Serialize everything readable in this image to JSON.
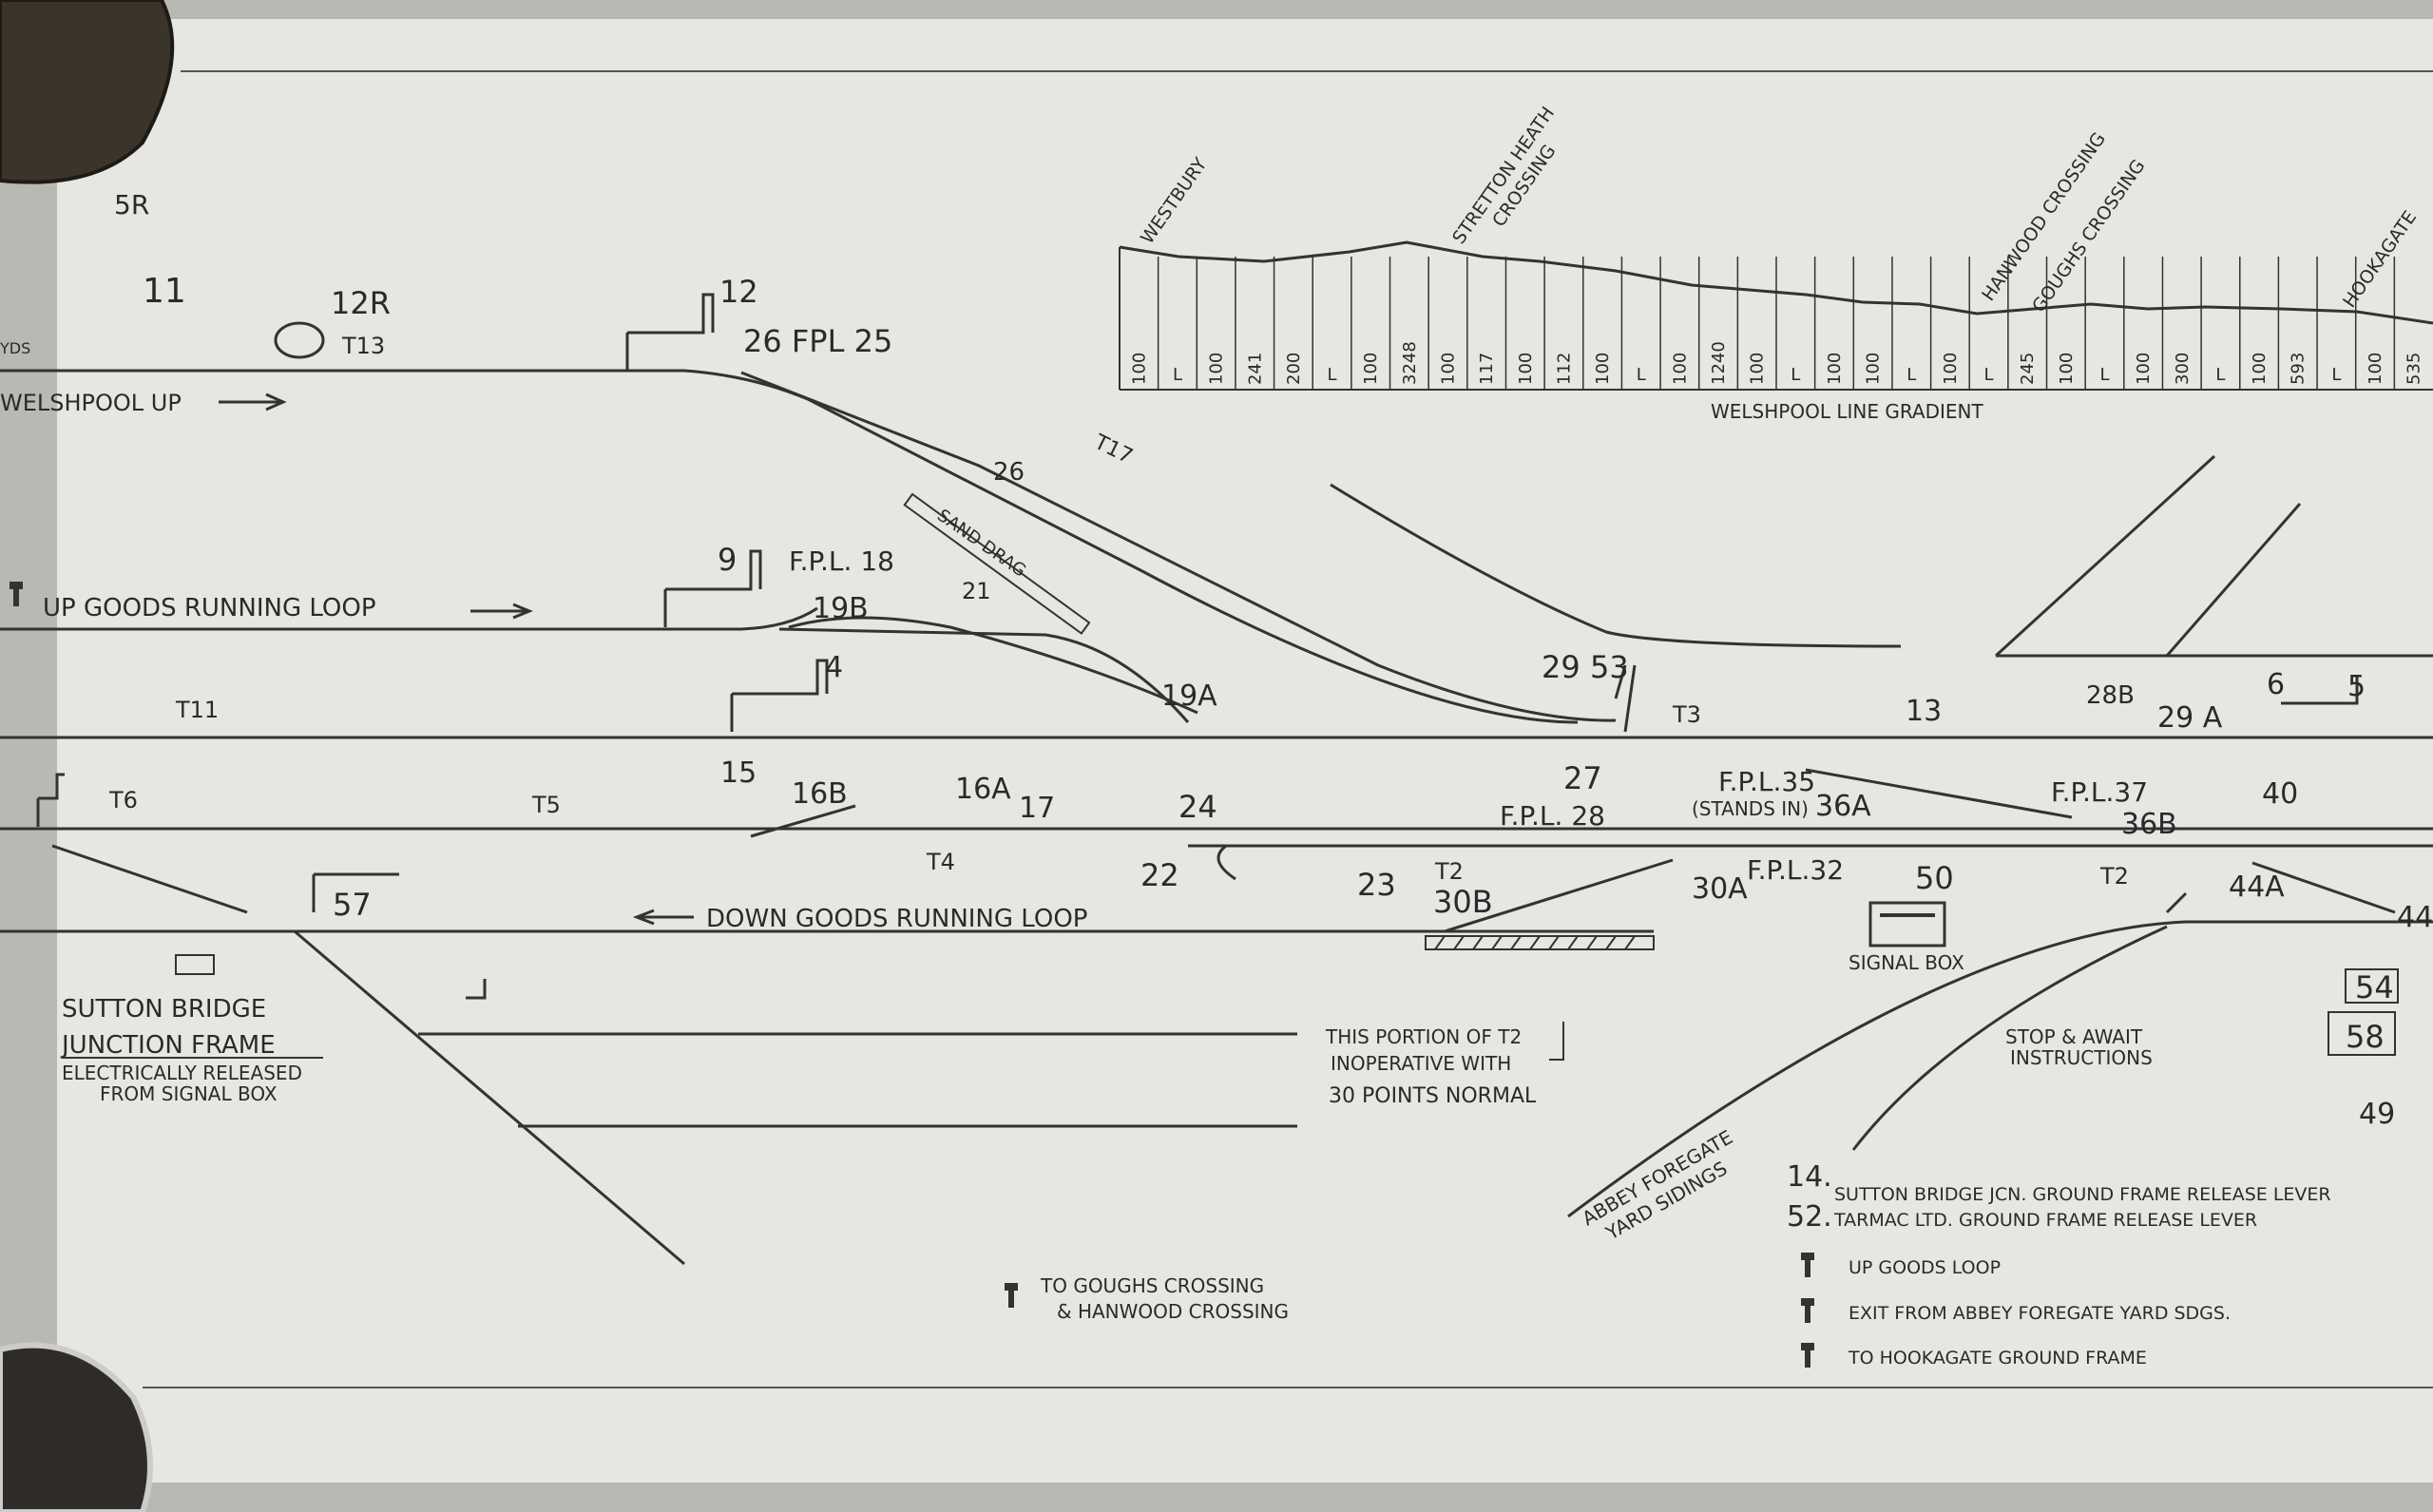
{
  "gradient": {
    "caption": "WELSHPOOL LINE GRADIENT",
    "places": [
      "WESTBURY",
      "STRETTON HEATH",
      "CROSSING",
      "HANWOOD CROSSING",
      "GOUGHS CROSSING",
      "HOOKAGATE"
    ],
    "cells": [
      "100",
      "L",
      "100",
      "241",
      "200",
      "L",
      "100",
      "3248",
      "100",
      "117",
      "100",
      "112",
      "100",
      "L",
      "100",
      "1240",
      "100",
      "L",
      "100",
      "100",
      "L",
      "100",
      "L",
      "245",
      "100",
      "L",
      "100",
      "300",
      "L",
      "100",
      "593",
      "L",
      "100",
      "535"
    ]
  },
  "lines": {
    "welshpool_up": "WELSHPOOL UP",
    "up_goods_loop": "UP GOODS RUNNING LOOP",
    "down_goods_loop": "DOWN GOODS RUNNING LOOP",
    "sand_drag": "SAND DRAG"
  },
  "track_circuits": {
    "t13": "T13",
    "t17": "T17",
    "t11": "T11",
    "t6": "T6",
    "t5": "T5",
    "t4": "T4",
    "t3": "T3",
    "t2a": "T2",
    "t2b": "T2"
  },
  "levers": {
    "l5r": "5R",
    "l11": "11",
    "l12r": "12R",
    "l12": "12",
    "l26fpl25": "26 FPL 25",
    "l26": "26",
    "l21": "21",
    "l9": "9",
    "fpl18": "F.P.L. 18",
    "l19b": "19B",
    "l4": "4",
    "l19a": "19A",
    "l29": "29",
    "l53": "53",
    "l13": "13",
    "l6": "6",
    "l5": "5",
    "l15": "15",
    "l16b": "16B",
    "l16a": "16A",
    "l17": "17",
    "l27": "27",
    "fpl28": "F.P.L. 28",
    "fpl35": "F.P.L.35",
    "stands_in": "(STANDS IN)",
    "l36a": "36A",
    "fpl37": "F.P.L.37",
    "l36b": "36B",
    "l40": "40",
    "l57": "57",
    "l22": "22",
    "l24": "24",
    "l23": "23",
    "l30b": "30B",
    "l30a": "30A",
    "fpl32": "F.P.L.32",
    "l50": "50",
    "l44a": "44A",
    "l44": "44",
    "l54": "54",
    "l58": "58",
    "l49": "49",
    "l28b": "28B",
    "l29a": "29 A"
  },
  "labels": {
    "sutton_frame_1": "SUTTON BRIDGE",
    "sutton_frame_2": "JUNCTION FRAME",
    "sutton_frame_3": "ELECTRICALLY RELEASED",
    "sutton_frame_4": "FROM SIGNAL BOX",
    "portion_1": "THIS PORTION OF T2",
    "portion_2": "INOPERATIVE WITH",
    "portion_3": "30 POINTS NORMAL",
    "signal_box": "SIGNAL BOX",
    "stop_1": "STOP & AWAIT",
    "stop_2": "INSTRUCTIONS",
    "abbey_1": "ABBEY FOREGATE",
    "abbey_2": "YARD SIDINGS",
    "to_goughs_1": "TO GOUGHS CROSSING",
    "to_goughs_2": "& HANWOOD CROSSING",
    "yds": "YDS"
  },
  "notes": [
    {
      "num": "14.",
      "text": "SUTTON BRIDGE JCN. GROUND FRAME RELEASE LEVER"
    },
    {
      "num": "52.",
      "text": "TARMAC LTD. GROUND FRAME RELEASE LEVER"
    },
    {
      "num": "",
      "text": "UP GOODS LOOP"
    },
    {
      "num": "",
      "text": "EXIT FROM ABBEY FOREGATE YARD SDGS."
    },
    {
      "num": "",
      "text": "TO HOOKAGATE GROUND FRAME"
    }
  ]
}
